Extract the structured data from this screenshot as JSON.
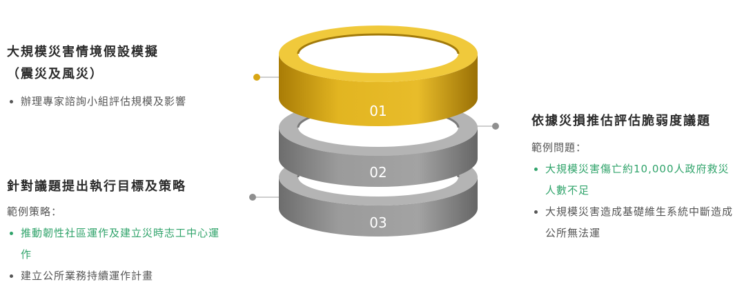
{
  "colors": {
    "gold": "#d8a614",
    "gray": "#8f8f8f",
    "green": "#2fa36a",
    "text": "#333333"
  },
  "rings": [
    {
      "label": "01",
      "color": "gold"
    },
    {
      "label": "02",
      "color": "gray"
    },
    {
      "label": "03",
      "color": "gray"
    }
  ],
  "left_top": {
    "title_line1": "大規模災害情境假設模擬",
    "title_line2": "（震災及風災）",
    "bullets": [
      {
        "text": "辦理專家諮詢小組評估規模及影響",
        "highlight": false
      }
    ]
  },
  "right": {
    "title": "依據災損推估評估脆弱度議題",
    "subtitle": "範例問題：",
    "bullets": [
      {
        "text": "大規模災害傷亡約10,000人政府救災人數不足",
        "highlight": true
      },
      {
        "text": "大規模災害造成基礎維生系統中斷造成公所無法運",
        "highlight": false
      }
    ]
  },
  "left_bottom": {
    "title": "針對議題提出執行目標及策略",
    "subtitle": "範例策略：",
    "bullets": [
      {
        "text": "推動韌性社區運作及建立災時志工中心運作",
        "highlight": true
      },
      {
        "text": "建立公所業務持續運作計畫",
        "highlight": false
      }
    ]
  }
}
